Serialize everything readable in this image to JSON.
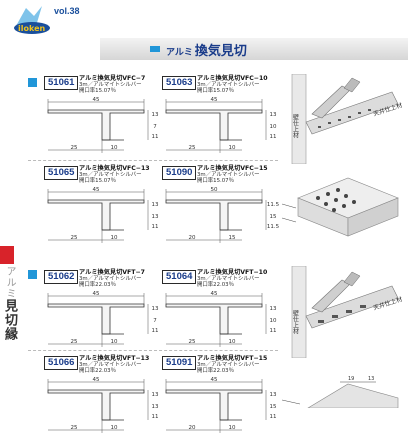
{
  "header": {
    "vol": "vol.38",
    "title_small": "アルミ",
    "title_main": "換気見切"
  },
  "side_tab": {
    "prefix": "アルミ",
    "main": "見切縁"
  },
  "products": [
    {
      "code": "51061",
      "name": "アルミ換気見切VFC−7",
      "spec": "3m／アルマイトシルバー",
      "ratio": "開口率15.07％",
      "dims": {
        "width": "45",
        "left": "25",
        "right": "10",
        "h1": "13",
        "h2": "7",
        "h3": "11"
      }
    },
    {
      "code": "51063",
      "name": "アルミ換気見切VFC−10",
      "spec": "3m／アルマイトシルバー",
      "ratio": "開口率15.07％",
      "dims": {
        "width": "45",
        "left": "25",
        "right": "10",
        "h1": "13",
        "h2": "10",
        "h3": "11"
      }
    },
    {
      "code": "51065",
      "name": "アルミ換気見切VFC−13",
      "spec": "3m／アルマイトシルバー",
      "ratio": "開口率15.07％",
      "dims": {
        "width": "45",
        "left": "25",
        "right": "10",
        "h1": "13",
        "h2": "13",
        "h3": "11"
      }
    },
    {
      "code": "51090",
      "name": "アルミ換気見切VFC−15",
      "spec": "3m／アルマイトシルバー",
      "ratio": "開口率15.07％",
      "dims": {
        "width": "50",
        "left": "20",
        "right": "15",
        "h1": "11.5",
        "h2": "15",
        "h3": "11.5"
      }
    },
    {
      "code": "51062",
      "name": "アルミ換気見切VFT−7",
      "spec": "3m／アルマイトシルバー",
      "ratio": "開口率22.03％",
      "dims": {
        "width": "45",
        "left": "25",
        "right": "10",
        "h1": "13",
        "h2": "7",
        "h3": "11"
      }
    },
    {
      "code": "51064",
      "name": "アルミ換気見切VFT−10",
      "spec": "3m／アルマイトシルバー",
      "ratio": "開口率22.03％",
      "dims": {
        "width": "45",
        "left": "25",
        "right": "10",
        "h1": "13",
        "h2": "10",
        "h3": "11"
      }
    },
    {
      "code": "51066",
      "name": "アルミ換気見切VFT−13",
      "spec": "3m／アルマイトシルバー",
      "ratio": "開口率22.03％",
      "dims": {
        "width": "45",
        "left": "25",
        "right": "10",
        "h1": "13",
        "h2": "13",
        "h3": "11"
      }
    },
    {
      "code": "51091",
      "name": "アルミ換気見切VFT−15",
      "spec": "3m／アルマイトシルバー",
      "ratio": "開口率22.03％",
      "dims": {
        "width": "45",
        "left": "20",
        "right": "10",
        "h1": "13",
        "h2": "15",
        "h3": "11"
      }
    }
  ],
  "illustration_labels": {
    "wall": "壁仕上材",
    "ceiling": "天井仕上材",
    "wall_b": "壁仕上材",
    "ceiling_b": "天井仕上材"
  },
  "dim_extra": {
    "d1": "19",
    "d2": "13"
  },
  "colors": {
    "accent": "#2196d8",
    "title": "#1a3c8a",
    "tab": "#d8232a"
  }
}
